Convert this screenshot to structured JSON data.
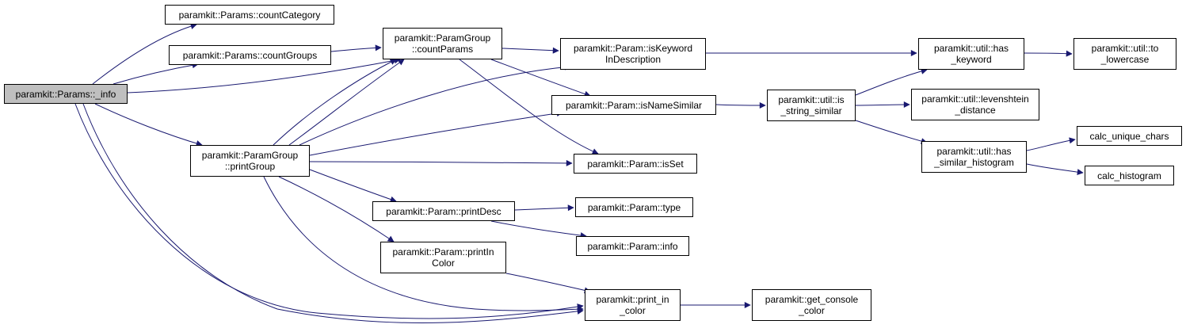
{
  "colors": {
    "edge": "#191970",
    "root_fill": "#bfbfbf",
    "node_fill": "#ffffff",
    "border": "#000000"
  },
  "nodes": {
    "params_info": [
      "paramkit::Params::_info"
    ],
    "count_category": [
      "paramkit::Params::countCategory"
    ],
    "count_groups": [
      "paramkit::Params::countGroups"
    ],
    "pg_count_params": [
      "paramkit::ParamGroup",
      "::countParams"
    ],
    "pg_print_group": [
      "paramkit::ParamGroup",
      "::printGroup"
    ],
    "p_is_keyword": [
      "paramkit::Param::isKeyword",
      "InDescription"
    ],
    "p_is_name_similar": [
      "paramkit::Param::isNameSimilar"
    ],
    "p_is_set": [
      "paramkit::Param::isSet"
    ],
    "p_print_desc": [
      "paramkit::Param::printDesc"
    ],
    "p_type": [
      "paramkit::Param::type"
    ],
    "p_info": [
      "paramkit::Param::info"
    ],
    "p_print_in_color": [
      "paramkit::Param::printIn",
      "Color"
    ],
    "print_in_color": [
      "paramkit::print_in",
      "_color"
    ],
    "get_console_color": [
      "paramkit::get_console",
      "_color"
    ],
    "util_has_keyword": [
      "paramkit::util::has",
      "_keyword"
    ],
    "util_to_lowercase": [
      "paramkit::util::to",
      "_lowercase"
    ],
    "util_is_string_similar": [
      "paramkit::util::is",
      "_string_similar"
    ],
    "util_levenshtein": [
      "paramkit::util::levenshtein",
      "_distance"
    ],
    "util_has_similar_histogram": [
      "paramkit::util::has",
      "_similar_histogram"
    ],
    "calc_unique_chars": [
      "calc_unique_chars"
    ],
    "calc_histogram": [
      "calc_histogram"
    ]
  }
}
